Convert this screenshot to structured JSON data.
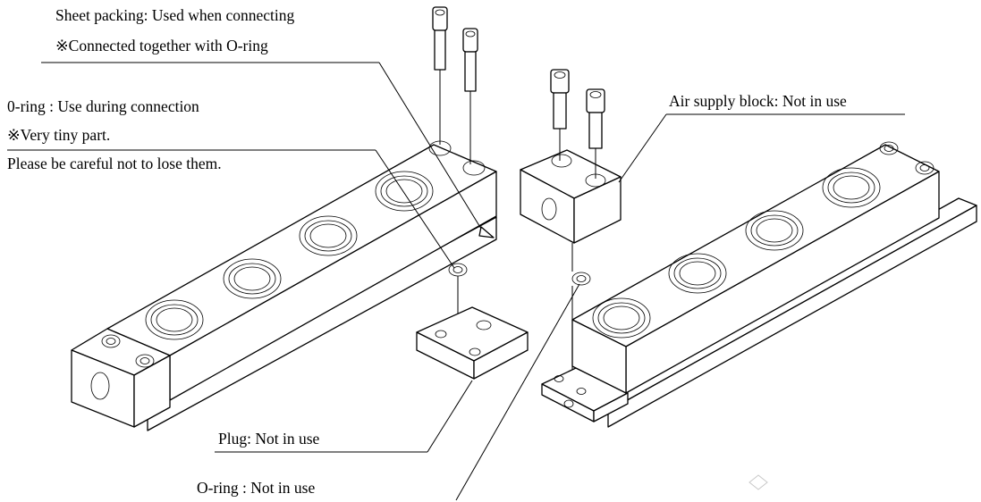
{
  "labels": {
    "sheet_packing_line1": "Sheet packing: Used when connecting",
    "sheet_packing_line2": "※Connected together with O-ring",
    "oring_use_line1": "0-ring : Use during connection",
    "oring_use_line2": "※Very tiny part.",
    "oring_use_line3": "Please be careful not to lose them.",
    "air_supply_block": "Air supply block: Not in use",
    "plug": "Plug: Not in use",
    "oring_not_in_use": "O-ring : Not in use"
  },
  "colors": {
    "line": "#000000",
    "background": "#ffffff"
  }
}
